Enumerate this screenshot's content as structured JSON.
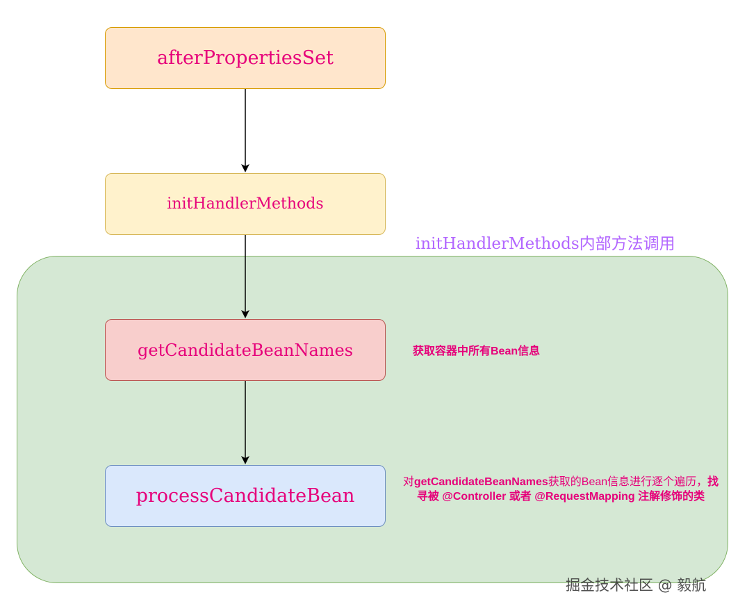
{
  "diagram": {
    "group_label": "initHandlerMethods内部方法调用",
    "nodes": [
      {
        "id": "n1",
        "label": "afterPropertiesSet"
      },
      {
        "id": "n2",
        "label": "initHandlerMethods"
      },
      {
        "id": "n3",
        "label": "getCandidateBeanNames"
      },
      {
        "id": "n4",
        "label": "processCandidateBean"
      }
    ],
    "edges": [
      {
        "from": "n1",
        "to": "n2"
      },
      {
        "from": "n2",
        "to": "n3"
      },
      {
        "from": "n3",
        "to": "n4"
      }
    ],
    "notes": {
      "get_candidates": "获取容器中所有Bean信息",
      "process_candidate": {
        "p1": "对",
        "p2": "getCandidateBeanNames",
        "p3": "获取的Bean信息进行逐个遍历，",
        "p4": "找寻被 @Controller 或者 @RequestMapping 注解修饰的类"
      }
    },
    "colors": {
      "text": "#e6007a",
      "group_label": "#b266ff",
      "group_fill": "#d5e8d4",
      "group_border": "#82b366",
      "n1_fill": "#ffe6cc",
      "n2_fill": "#fff2cc",
      "n3_fill": "#f8cecc",
      "n4_fill": "#dae8fc"
    }
  },
  "watermark": "掘金技术社区 @ 毅航"
}
